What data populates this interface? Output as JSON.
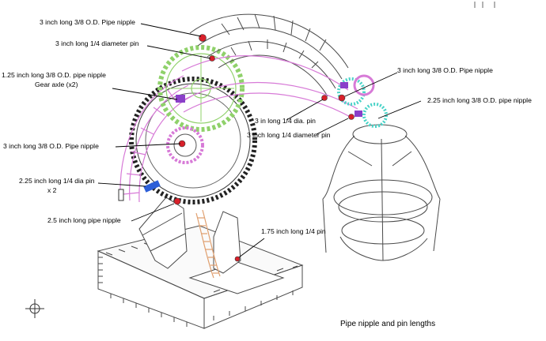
{
  "labels": {
    "nipple_top": "3 inch long 3/8 O.D. Pipe nipple",
    "pin_top": "3 inch long 1/4 diameter pin",
    "nipple_gear_axle_1": "1.25 inch long 3/8 O.D. pipe nipple",
    "nipple_gear_axle_2": "Gear axle (x2)",
    "nipple_mid_left": "3 inch long 3/8 O.D. Pipe nipple",
    "pin_dia_1": "2.25 inch long 1/4 dia pin",
    "pin_dia_2": "x 2",
    "pipe_nipple_low": "2.5 inch long pipe nipple",
    "pin_175": "1.75 inch long 1/4 pin",
    "pin_dia_center": "3 in long 1/4 dia. pin",
    "pin_center_low": "3 inch long 1/4 diameter pin",
    "nipple_right_top": "3 inch long 3/8 O.D. Pipe nipple",
    "nipple_right_225": "2.25 inch long 3/8 O.D. pipe nipple"
  },
  "caption": "Pipe nipple and pin lengths",
  "colors": {
    "linework": "#4a4a4a",
    "pink_outline": "#d77ad7",
    "green_gear": "#8fd16a",
    "red_pin": "#d8202a",
    "blue_pin": "#2d5fd8",
    "cyan_gear": "#4ad3c8",
    "purple_part": "#8a3fc9",
    "orange_chain": "#e0a070"
  },
  "icons": [
    "crosshair-icon",
    "corner-mark-icon"
  ]
}
